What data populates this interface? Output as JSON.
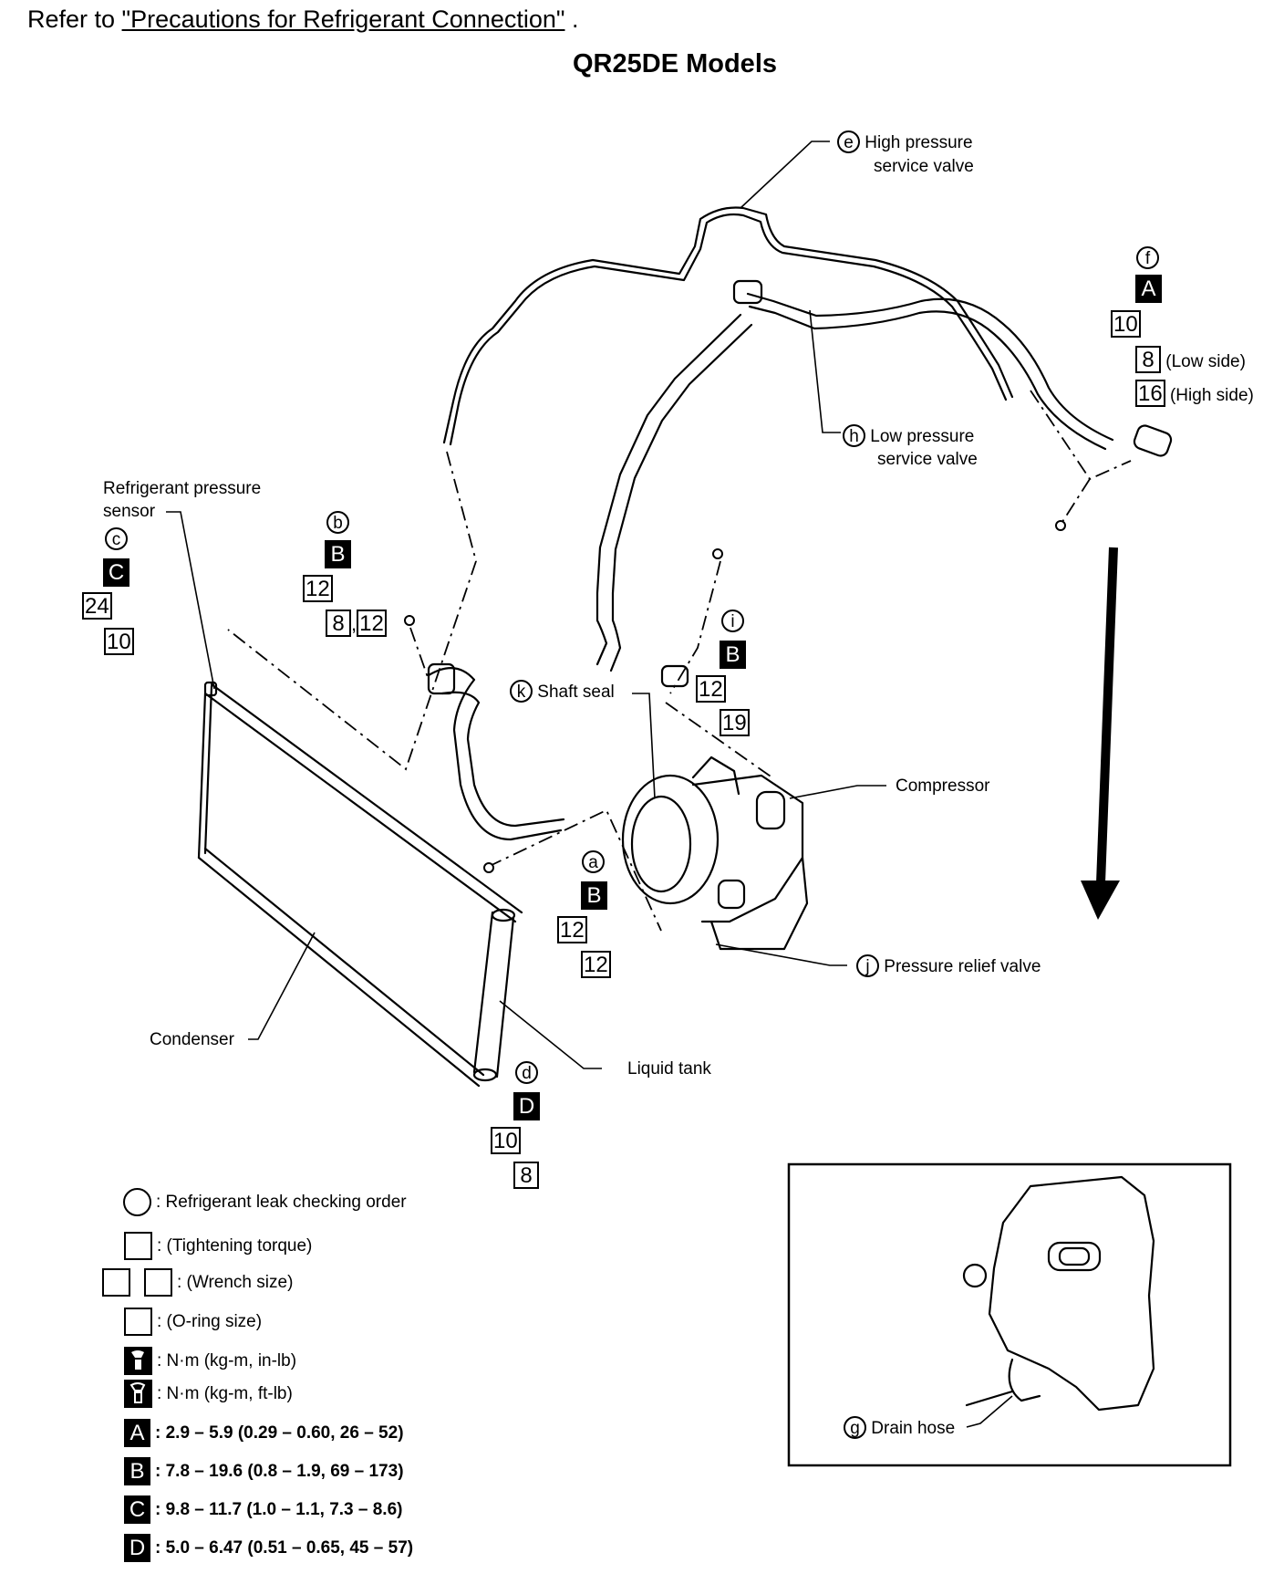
{
  "refer": {
    "prefix": "Refer to ",
    "link": "\"Precautions for Refrigerant Connection\"",
    "suffix": " ."
  },
  "title": "QR25DE Models",
  "callouts": {
    "e": {
      "letter": "e",
      "line1": "High pressure",
      "line2": "service valve"
    },
    "h": {
      "letter": "h",
      "line1": "Low pressure",
      "line2": "service valve"
    },
    "f": {
      "letter": "f",
      "torque": "A",
      "wrench": "10",
      "oring_low": "8",
      "low_label": "(Low side)",
      "oring_high": "16",
      "high_label": "(High side)"
    },
    "c": {
      "label1": "Refrigerant pressure",
      "label2": "sensor",
      "letter": "c",
      "torque": "C",
      "wrench1": "24",
      "wrench2": "10"
    },
    "b": {
      "letter": "b",
      "torque": "B",
      "wrench": "12",
      "oring": "8",
      "comma": ",",
      "oring2": "12"
    },
    "i": {
      "letter": "i",
      "torque": "B",
      "wrench": "12",
      "oring": "19"
    },
    "k": {
      "letter": "k",
      "label": "Shaft seal"
    },
    "a": {
      "letter": "a",
      "torque": "B",
      "wrench": "12",
      "oring": "12"
    },
    "d": {
      "letter": "d",
      "torque": "D",
      "wrench": "10",
      "oring": "8"
    },
    "j": {
      "letter": "j",
      "label": "Pressure relief valve"
    },
    "g": {
      "letter": "g",
      "label": "Drain hose"
    }
  },
  "parts": {
    "compressor": "Compressor",
    "condenser": "Condenser",
    "liquid_tank": "Liquid tank"
  },
  "legend": {
    "leak": ": Refrigerant leak checking order",
    "tightening": ": (Tightening torque)",
    "wrench": ": (Wrench size)",
    "oring": ": (O-ring size)",
    "nm_inlb": ": N·m (kg-m, in-lb)",
    "nm_ftlb": ": N·m (kg-m, ft-lb)",
    "items": [
      {
        "key": "A",
        "value": ": 2.9 – 5.9 (0.29 – 0.60, 26 – 52)"
      },
      {
        "key": "B",
        "value": ": 7.8 – 19.6 (0.8 – 1.9, 69 – 173)"
      },
      {
        "key": "C",
        "value": ": 9.8 – 11.7 (1.0 – 1.1, 7.3 – 8.6)"
      },
      {
        "key": "D",
        "value": ": 5.0 – 6.47 (0.51 – 0.65, 45 – 57)"
      }
    ]
  }
}
